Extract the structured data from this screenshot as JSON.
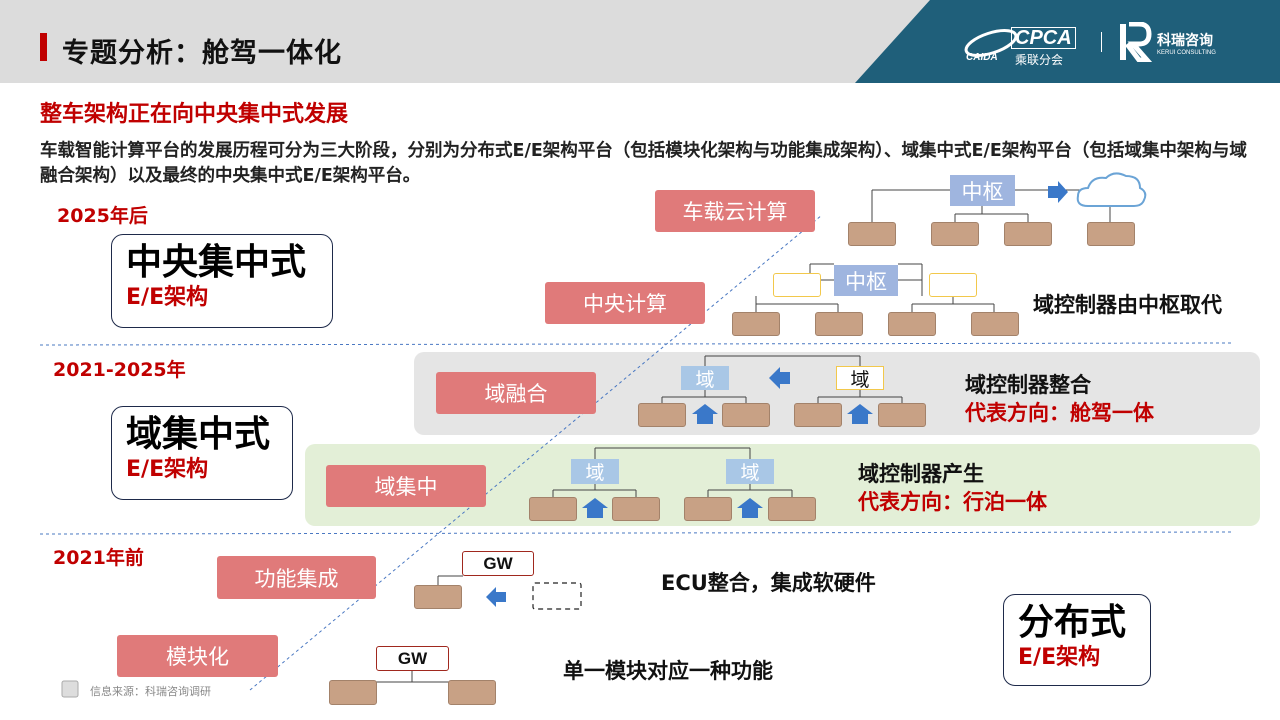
{
  "header": {
    "title": "专题分析：舱驾一体化",
    "logo_cpca": "CPCA",
    "logo_cpca_sub": "乘联分会",
    "logo_caida": "CAIDA",
    "logo_kerui": "科瑞咨询",
    "logo_kerui_en": "KERUI CONSULTING"
  },
  "subtitle": "整车架构正在向中央集中式发展",
  "intro": "车载智能计算平台的发展历程可分为三大阶段，分别为分布式E/E架构平台（包括模块化架构与功能集成架构）、域集中式E/E架构平台（包括域集中架构与域融合架构）以及最终的中央集中式E/E架构平台。",
  "eras": {
    "after2025": "2025年后",
    "mid": "2021-2025年",
    "before2021": "2021年前"
  },
  "stages": {
    "central": {
      "title": "中央集中式",
      "sub": "E/E架构"
    },
    "domain": {
      "title": "域集中式",
      "sub": "E/E架构"
    },
    "distributed": {
      "title": "分布式",
      "sub": "E/E架构"
    }
  },
  "steps": {
    "cloud": "车载云计算",
    "central_compute": "中央计算",
    "domain_fusion": "域融合",
    "domain_central": "域集中",
    "func_integration": "功能集成",
    "modular": "模块化"
  },
  "diagram": {
    "hub": "中枢",
    "domain": "域",
    "gw": "GW"
  },
  "notes": {
    "central": "域控制器由中枢取代",
    "fusion": "域控制器整合",
    "fusion_dir": "代表方向：舱驾一体",
    "domain": "域控制器产生",
    "domain_dir": "代表方向：行泊一体",
    "ecu": "ECU整合，集成软硬件",
    "module": "单一模块对应一种功能"
  },
  "source": "信息来源：科瑞咨询调研",
  "colors": {
    "accent_red": "#c00000",
    "pink_button": "#e07a7a",
    "module_brown": "#c8a185",
    "hub_blue": "#9fb5df",
    "domain_blue": "#a9c7e6",
    "arrow_blue": "#3a78c9",
    "fusion_band": "#e5e5e5",
    "domain_band": "#e3efd7"
  }
}
